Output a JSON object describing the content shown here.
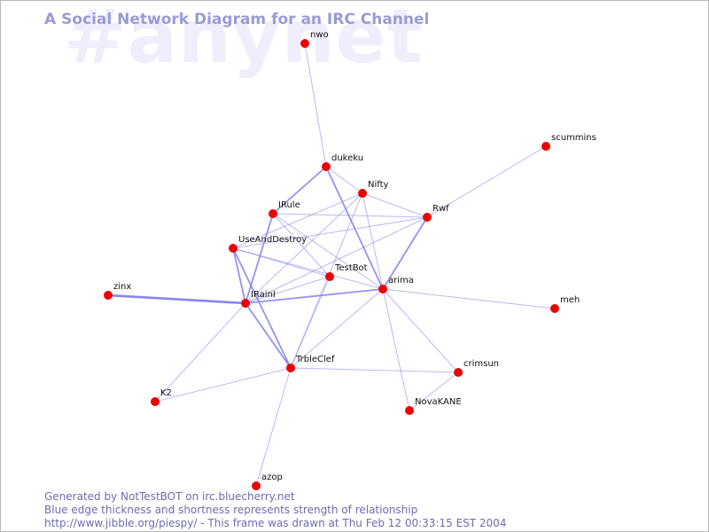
{
  "watermark": "#anynet",
  "title": "A Social Network Diagram for an IRC Channel",
  "footer": {
    "line1": "Generated by NotTestBOT on irc.bluecherry.net",
    "line2": "Blue edge thickness and shortness represents strength of relationship",
    "line3": "http://www.jibble.org/piespy/ - This frame was drawn at Thu Feb 12 00:33:15 EST 2004"
  },
  "colors": {
    "node": "#ee0000",
    "edge": "#8080ee",
    "title": "#9a9ad6",
    "watermark": "#eeeefc"
  },
  "nodes": [
    "nwo",
    "dukeku",
    "scummins",
    "Nifty",
    "IRule",
    "Rwf",
    "UseAndDestroy",
    "TestBot",
    "arima",
    "zinx",
    "IRainI",
    "meh",
    "TrbleClef",
    "crimsun",
    "K2",
    "NovaKANE",
    "azop"
  ],
  "edges": [
    {
      "source": "nwo",
      "target": "dukeku",
      "weight": 1
    },
    {
      "source": "dukeku",
      "target": "IRule",
      "weight": 2
    },
    {
      "source": "dukeku",
      "target": "Nifty",
      "weight": 1
    },
    {
      "source": "dukeku",
      "target": "arima",
      "weight": 2
    },
    {
      "source": "scummins",
      "target": "Rwf",
      "weight": 1
    },
    {
      "source": "Nifty",
      "target": "Rwf",
      "weight": 1
    },
    {
      "source": "Nifty",
      "target": "UseAndDestroy",
      "weight": 1
    },
    {
      "source": "Nifty",
      "target": "IRainI",
      "weight": 1
    },
    {
      "source": "Nifty",
      "target": "TrbleClef",
      "weight": 1
    },
    {
      "source": "Nifty",
      "target": "arima",
      "weight": 1
    },
    {
      "source": "IRule",
      "target": "Rwf",
      "weight": 1
    },
    {
      "source": "IRule",
      "target": "IRainI",
      "weight": 2
    },
    {
      "source": "IRule",
      "target": "TestBot",
      "weight": 1
    },
    {
      "source": "IRule",
      "target": "arima",
      "weight": 1
    },
    {
      "source": "Rwf",
      "target": "arima",
      "weight": 2
    },
    {
      "source": "Rwf",
      "target": "UseAndDestroy",
      "weight": 1
    },
    {
      "source": "Rwf",
      "target": "IRainI",
      "weight": 1
    },
    {
      "source": "UseAndDestroy",
      "target": "IRainI",
      "weight": 2
    },
    {
      "source": "UseAndDestroy",
      "target": "TrbleClef",
      "weight": 2
    },
    {
      "source": "UseAndDestroy",
      "target": "TestBot",
      "weight": 1
    },
    {
      "source": "UseAndDestroy",
      "target": "arima",
      "weight": 1
    },
    {
      "source": "TestBot",
      "target": "IRainI",
      "weight": 1
    },
    {
      "source": "TestBot",
      "target": "TrbleClef",
      "weight": 1
    },
    {
      "source": "arima",
      "target": "IRainI",
      "weight": 2
    },
    {
      "source": "arima",
      "target": "TrbleClef",
      "weight": 1
    },
    {
      "source": "arima",
      "target": "meh",
      "weight": 1
    },
    {
      "source": "arima",
      "target": "crimsun",
      "weight": 1
    },
    {
      "source": "arima",
      "target": "NovaKANE",
      "weight": 1
    },
    {
      "source": "zinx",
      "target": "IRainI",
      "weight": 3
    },
    {
      "source": "IRainI",
      "target": "K2",
      "weight": 1
    },
    {
      "source": "IRainI",
      "target": "TrbleClef",
      "weight": 2
    },
    {
      "source": "TrbleClef",
      "target": "K2",
      "weight": 1
    },
    {
      "source": "TrbleClef",
      "target": "crimsun",
      "weight": 1
    },
    {
      "source": "TrbleClef",
      "target": "azop",
      "weight": 1
    },
    {
      "source": "crimsun",
      "target": "NovaKANE",
      "weight": 1
    }
  ]
}
